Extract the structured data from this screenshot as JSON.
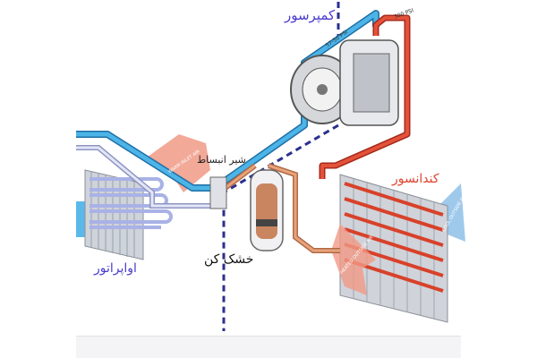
{
  "labels": {
    "compressor": "کمپرسور",
    "condenser": "کندانسور",
    "expansion_valve": "شیر انبساط",
    "dryer": "خشک کن",
    "evaporator": "اواپراتور"
  },
  "pressure": {
    "high": "300 PSI",
    "low": "57-50 PSI"
  },
  "arrows": {
    "warm_inlet": "WARM INLET AIR",
    "heated_outside": "HEATED OUTSIDE AIR",
    "cool_outside": "COOL OUTSIDE AIR IN"
  },
  "colors": {
    "low_side": "#3aa0d8",
    "high_side": "#d8412a",
    "liquid": "#d98a62",
    "divider": "#2a2f8f",
    "label_blue": "#4a3ccf",
    "label_red": "#e0432f"
  }
}
